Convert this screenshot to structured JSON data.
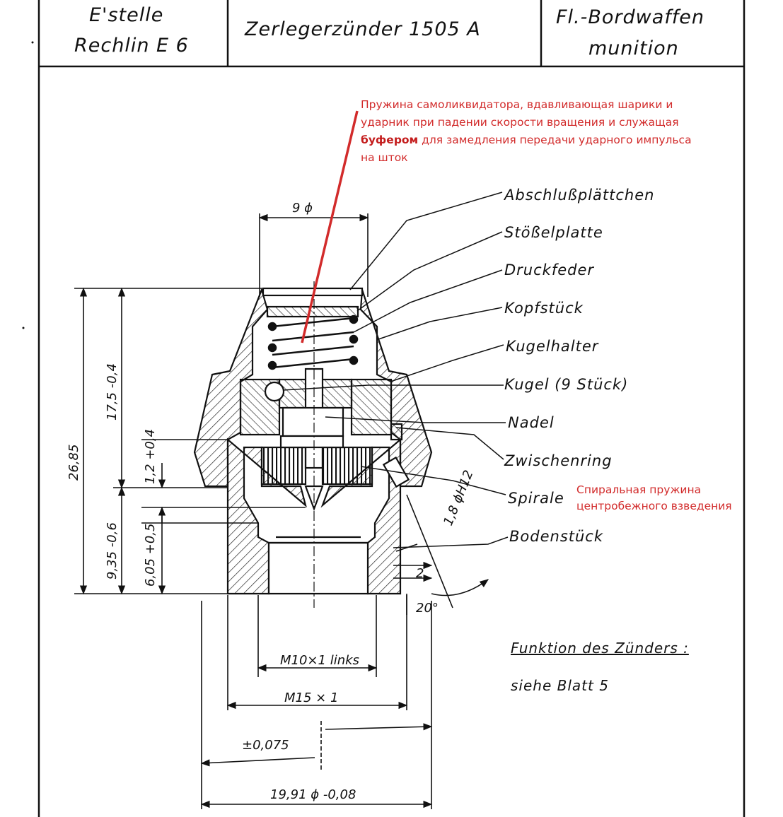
{
  "title_block": {
    "left": [
      "E'stelle",
      "Rechlin E 6"
    ],
    "center": "Zerlegerzünder 1505 A",
    "right": [
      "Fl.-Bordwaffen",
      "munition"
    ]
  },
  "annotations_ru": {
    "spring_note_before_bold": "Пружина самоликвидатора, вдавливающая шарики и ударник при падении скорости вращения и служащая ",
    "spring_note_bold": "буфером",
    "spring_note_after_bold": " для замедления передачи ударного импульса на шток",
    "spiral_note": "Спиральная пружина центробежного взведения"
  },
  "part_labels": [
    "Abschlußplättchen",
    "Stößelplatte",
    "Druckfeder",
    "Kopfstück",
    "Kugelhalter",
    "Kugel (9 Stück)",
    "Nadel",
    "Zwischenring",
    "Spirale",
    "Bodenstück"
  ],
  "dimensions": {
    "top_width": "9 ϕ",
    "overall_height": "26,85",
    "upper_height": "17,5 -0,4",
    "gap": "1,2 +0,4",
    "lower_a": "9,35 -0,6",
    "lower_b": "6,05 +0,5",
    "hole": "1,8 ϕH12",
    "step": "2",
    "angle": "20°",
    "thread_inner": "M10×1 links",
    "thread_outer": "M15 × 1",
    "tolerance": "±0,075",
    "diameter": "19,91 ϕ -0,08"
  },
  "function_note": {
    "heading": "Funktion des Zünders :",
    "ref": "siehe Blatt 5"
  },
  "colors": {
    "ink": "#111111",
    "annotation_red": "#d22b2b"
  }
}
